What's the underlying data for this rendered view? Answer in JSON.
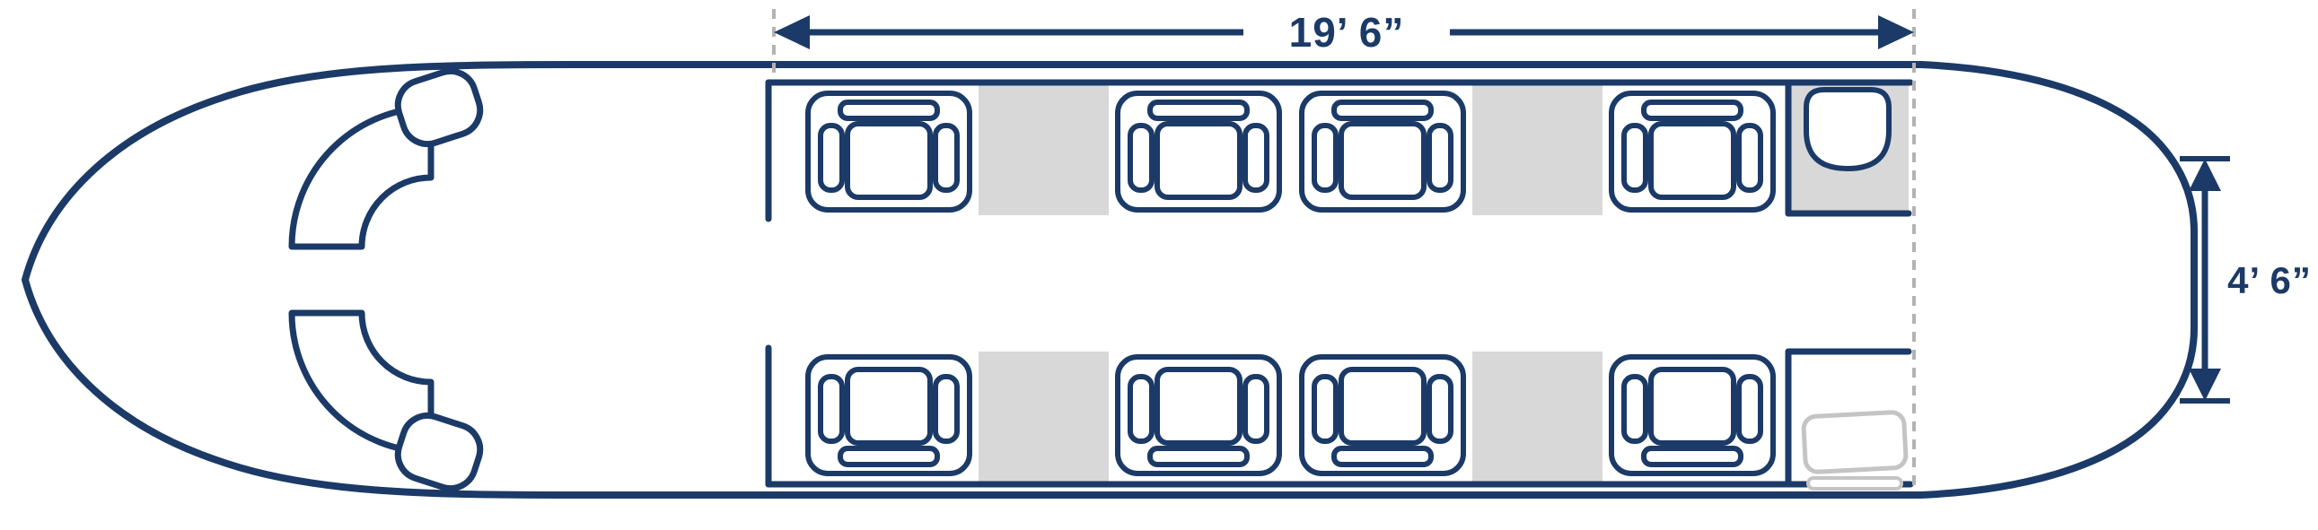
{
  "diagram": {
    "type": "aircraft-cabin-floorplan",
    "dimensions": {
      "cabin_length_label": "19’ 6”",
      "cabin_width_label": "4’ 6”"
    },
    "cabin": {
      "passenger_seats": 8,
      "rows": 2,
      "seats_per_row": 4
    },
    "colors": {
      "navy": "#1b3a67",
      "floor_gray": "#d8d8d8",
      "dash_gray": "#b3b3b3",
      "cabinet_gray": "#c4c4c4",
      "background": "#ffffff"
    }
  }
}
